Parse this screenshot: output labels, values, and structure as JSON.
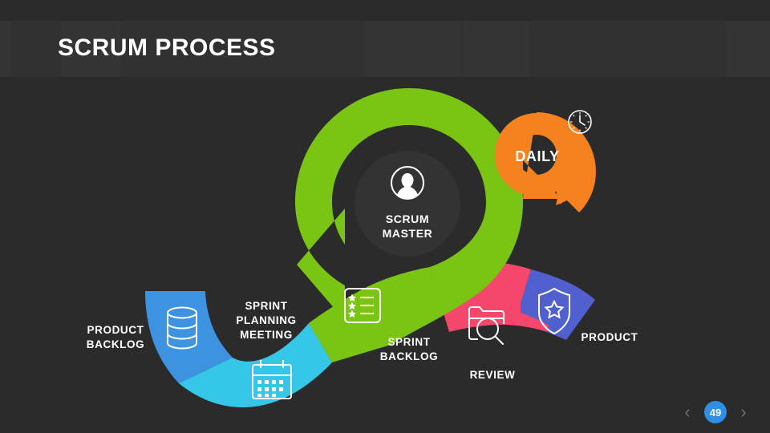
{
  "slide": {
    "background_color": "#2b2b2b",
    "header_band_color": "#313131",
    "title": "SCRUM PROCESS"
  },
  "center": {
    "icon": "user-avatar-icon",
    "label": "SCRUM\nMASTER",
    "circle_color": "#333333"
  },
  "daily": {
    "label": "DAILY",
    "icon": "clock-icon",
    "arrow_color": "#f5821f"
  },
  "spiral": {
    "color": "#7ac514",
    "name": "scrum-cycle-arrow"
  },
  "stages": [
    {
      "key": "product-backlog",
      "label": "PRODUCT\nBACKLOG",
      "color": "#3d93e0",
      "icon": "database-stack-icon"
    },
    {
      "key": "sprint-planning-meeting",
      "label": "SPRINT\nPLANNING\nMEETING",
      "color": "#35c6e8",
      "icon": "calendar-icon"
    },
    {
      "key": "sprint-backlog",
      "label": "SPRINT\nBACKLOG",
      "color": "#7ac514",
      "icon": "checklist-star-icon"
    },
    {
      "key": "review",
      "label": "REVIEW",
      "color": "#f4476b",
      "icon": "folder-search-icon"
    },
    {
      "key": "product",
      "label": "PRODUCT",
      "color": "#5160cf",
      "icon": "shield-star-icon"
    }
  ],
  "pager": {
    "prev": "‹",
    "next": "›",
    "page_number": "49",
    "accent_color": "#2f8fe5"
  }
}
